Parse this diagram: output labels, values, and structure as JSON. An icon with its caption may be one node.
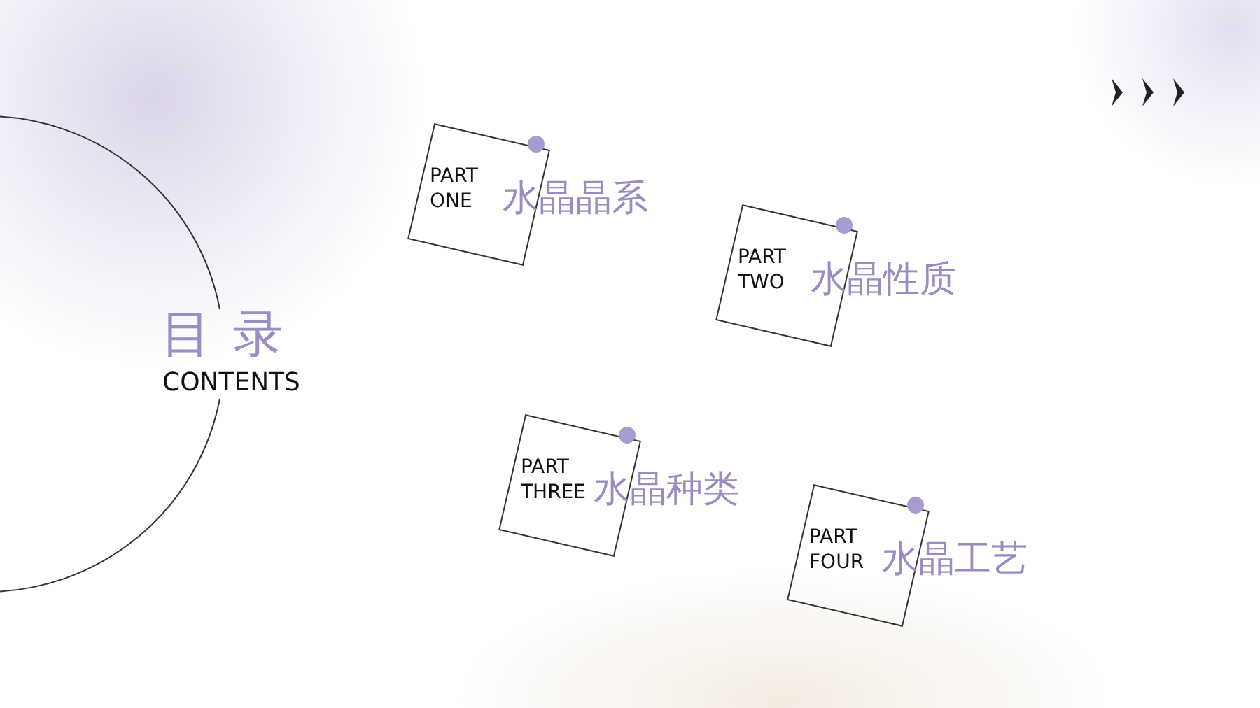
{
  "diagram": {
    "nodes": [
      {
        "text": [
          "目 录",
          "CONTENTS"
        ]
      },
      {
        "text": [
          "PART ONE",
          "水晶晶系"
        ]
      },
      {
        "text": [
          "PART TWO",
          "水晶性质"
        ]
      },
      {
        "text": [
          "PART THREE",
          "水晶种类"
        ]
      },
      {
        "text": [
          "PART FOUR",
          "水晶工艺"
        ]
      }
    ]
  }
}
